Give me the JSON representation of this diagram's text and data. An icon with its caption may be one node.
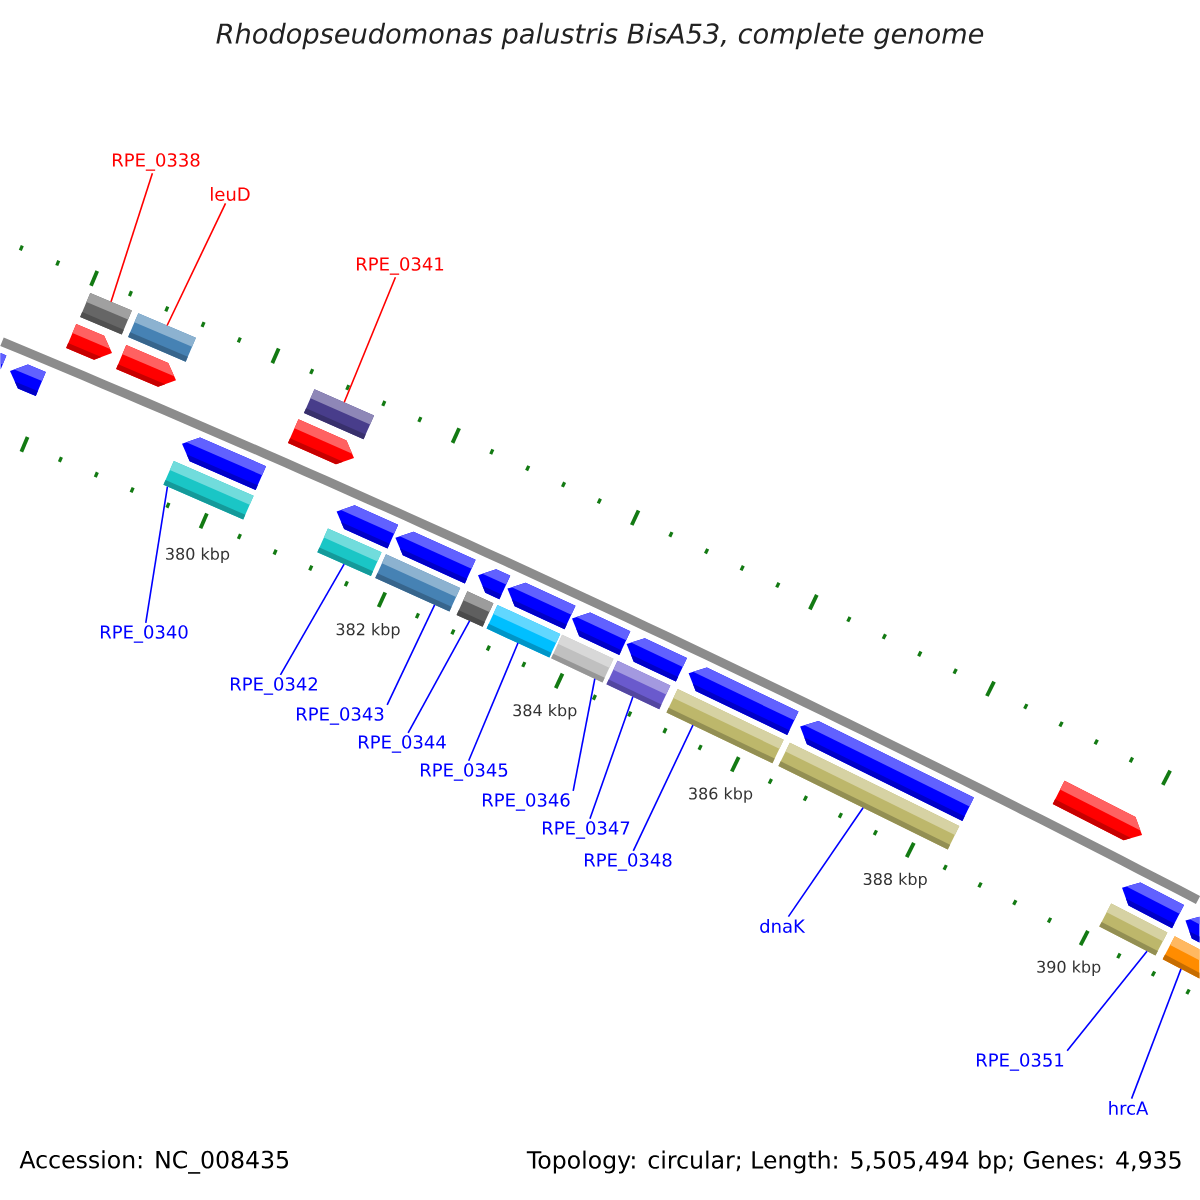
{
  "diagram": {
    "title": "Rhodopseudomonas palustris BisA53, complete genome",
    "nodes": [
      {
        "text": [
          "RPE_0338"
        ]
      },
      {
        "text": [
          "leuD"
        ]
      },
      {
        "text": [
          "RPE_0341"
        ]
      },
      {
        "text": [],
        "shape": "bar"
      },
      {
        "text": [],
        "shape": "bar"
      },
      {
        "text": [],
        "shape": "bar"
      },
      {
        "text": [],
        "shape": "box"
      },
      {
        "text": [],
        "shape": "bar"
      },
      {
        "text": [],
        "shape": "box"
      },
      {
        "text": [],
        "shape": "box"
      },
      {
        "text": [],
        "shape": "bar"
      },
      {
        "text": [],
        "shape": "bar"
      },
      {
        "text": [],
        "shape": "box"
      },
      {
        "text": [],
        "shape": "box"
      },
      {
        "text": [],
        "shape": "bar"
      },
      {
        "text": [],
        "shape": "box"
      },
      {
        "text": [],
        "shape": "bar"
      },
      {
        "text": [],
        "shape": "box"
      },
      {
        "text": [],
        "shape": "bar"
      },
      {
        "text": [],
        "shape": "box"
      },
      {
        "text": [],
        "shape": "bar"
      },
      {
        "text": [],
        "shape": "box"
      },
      {
        "text": [],
        "shape": "bar"
      },
      {
        "text": [],
        "shape": "box"
      },
      {
        "text": [],
        "shape": "bar"
      },
      {
        "text": [],
        "shape": "box"
      },
      {
        "text": [],
        "shape": "bar"
      },
      {
        "text": [],
        "shape": "box"
      },
      {
        "text": [],
        "shape": "bar"
      },
      {
        "text": [],
        "shape": "bar"
      },
      {
        "text": [],
        "shape": "box"
      },
      {
        "text": [],
        "shape": "bar"
      },
      {
        "text": [],
        "shape": "box"
      },
      {
        "text": [],
        "shape": "bar"
      },
      {
        "text": [
          "RPE_0340"
        ]
      },
      {
        "text": [
          "RPE_0342"
        ]
      },
      {
        "text": [
          "RPE_0343"
        ]
      },
      {
        "text": [
          "RPE_0344"
        ]
      },
      {
        "text": [
          "RPE_0345"
        ]
      },
      {
        "text": [
          "RPE_0346"
        ]
      },
      {
        "text": [
          "RPE_0347"
        ]
      },
      {
        "text": [
          "RPE_0348"
        ]
      },
      {
        "text": [
          "dnaK"
        ]
      },
      {
        "text": [
          "RPE_0351"
        ]
      },
      {
        "text": [
          "hrcA"
        ]
      }
    ],
    "edges": [
      {
        "from": 0,
        "to": 6,
        "arrow": "none",
        "color": "#ff0000"
      },
      {
        "from": 1,
        "to": 8,
        "arrow": "none",
        "color": "#ff0000"
      },
      {
        "from": 2,
        "to": 12,
        "arrow": "none",
        "color": "#ff0000"
      },
      {
        "from": 34,
        "to": 9,
        "arrow": "none"
      },
      {
        "from": 35,
        "to": 13,
        "arrow": "none"
      },
      {
        "from": 36,
        "to": 15,
        "arrow": "none"
      },
      {
        "from": 37,
        "to": 17,
        "arrow": "none"
      },
      {
        "from": 38,
        "to": 19,
        "arrow": "none"
      },
      {
        "from": 39,
        "to": 21,
        "arrow": "none"
      },
      {
        "from": 40,
        "to": 23,
        "arrow": "none"
      },
      {
        "from": 41,
        "to": 25,
        "arrow": "none"
      },
      {
        "from": 42,
        "to": 27,
        "arrow": "none"
      },
      {
        "from": 43,
        "to": 30,
        "arrow": "none"
      },
      {
        "from": 44,
        "to": 32,
        "arrow": "none"
      }
    ],
    "labels": [
      "380 kbp",
      "382 kbp",
      "384 kbp",
      "386 kbp",
      "388 kbp",
      "390 kbp",
      "Accession: NC_008435",
      "Topology: circular; Length: 5,505,494 bp; Genes: 4,935"
    ]
  }
}
